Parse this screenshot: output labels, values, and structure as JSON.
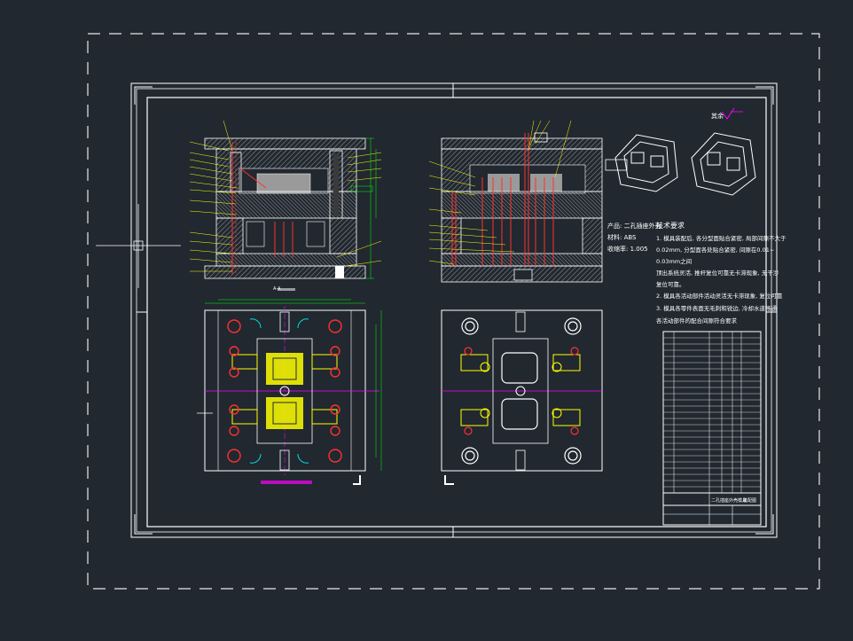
{
  "app": {
    "type": "cad-viewer"
  },
  "colors": {
    "background": "#212830",
    "frame": "#ffffff",
    "dash": "#ffffff",
    "leader": "#ffff00",
    "hatch": "#bfbfbf",
    "part_red": "#ff3030",
    "cyan": "#00e0e0",
    "green": "#00ff00",
    "magenta": "#ff00ff",
    "yellow_fill": "#ffff00"
  },
  "drawing": {
    "roughness_label": "其余",
    "product_info": [
      "产品: 二孔插座外壳",
      "材料: ABS",
      "收缩率: 1.005"
    ],
    "tech_title": "技术要求",
    "tech_lines": [
      "1. 模具装配后, 各分型面贴合紧密, 局部间隙不大于",
      "0.02mm, 分型面各处贴合紧密, 间隙在0.01~",
      "0.03mm之间",
      "顶出系统灵活, 推杆复位可靠无卡滞现象, 无干涉",
      "复位可靠。",
      "2. 模具各活动部件活动灵活无卡滞现象, 复位可靠",
      "3. 模具各零件表面无毛刺和锐边, 冷却水道畅通",
      "各活动部件的配合间隙符合要求"
    ],
    "title_block": "二孔插座外壳模具",
    "sheet_label": "装配图",
    "sec_label": "A-A"
  }
}
